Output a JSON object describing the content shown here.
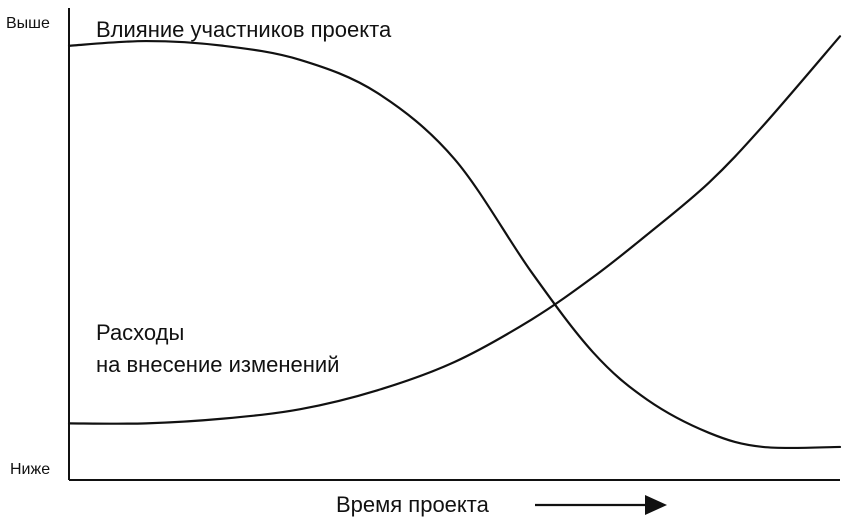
{
  "chart_data": {
    "type": "line",
    "title": "",
    "xlabel": "Время проекта",
    "ylabel": "",
    "y_axis_top_label": "Выше",
    "y_axis_bottom_label": "Ниже",
    "xlim": [
      0,
      100
    ],
    "ylim": [
      0,
      100
    ],
    "grid": false,
    "legend": "none",
    "colors": {
      "line": "#111111",
      "axis": "#111111",
      "background": "#ffffff"
    },
    "series": [
      {
        "name": "Влияние участников проекта",
        "points": [
          [
            0,
            92
          ],
          [
            10,
            93
          ],
          [
            20,
            92
          ],
          [
            30,
            89
          ],
          [
            40,
            82
          ],
          [
            50,
            68
          ],
          [
            60,
            44
          ],
          [
            68,
            27
          ],
          [
            75,
            17
          ],
          [
            83,
            10
          ],
          [
            90,
            7
          ],
          [
            100,
            7
          ]
        ]
      },
      {
        "name": "Расходы на внесение изменений",
        "points": [
          [
            0,
            12
          ],
          [
            10,
            12
          ],
          [
            20,
            13
          ],
          [
            30,
            15
          ],
          [
            40,
            19
          ],
          [
            50,
            25
          ],
          [
            60,
            34
          ],
          [
            68,
            43
          ],
          [
            75,
            52
          ],
          [
            83,
            63
          ],
          [
            90,
            75
          ],
          [
            100,
            94
          ]
        ]
      }
    ]
  }
}
